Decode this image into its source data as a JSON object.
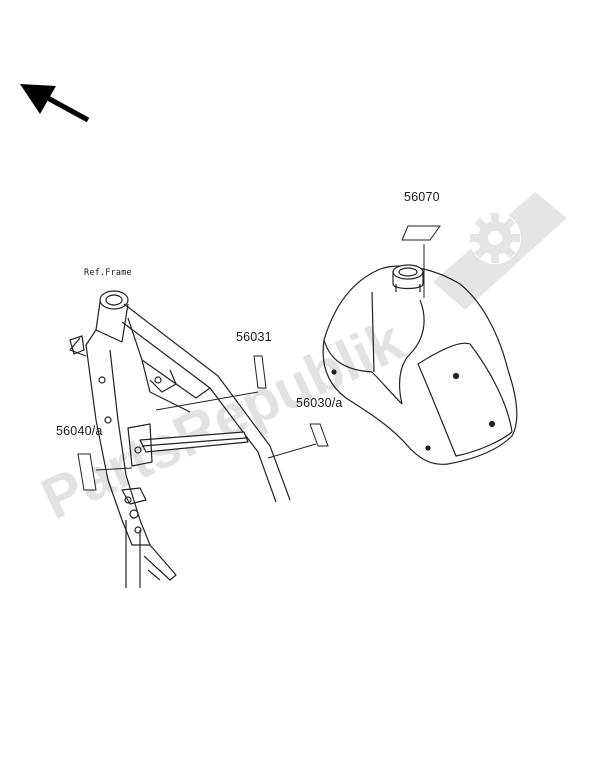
{
  "diagram": {
    "ref_label": "Ref.Frame",
    "parts": [
      {
        "label": "56070"
      },
      {
        "label": "56031"
      },
      {
        "label": "56030/a"
      },
      {
        "label": "56040/a"
      }
    ],
    "watermark": "PartsRepublik",
    "watermark_icon": "gear-icon",
    "direction_icon": "front-arrow-icon"
  }
}
